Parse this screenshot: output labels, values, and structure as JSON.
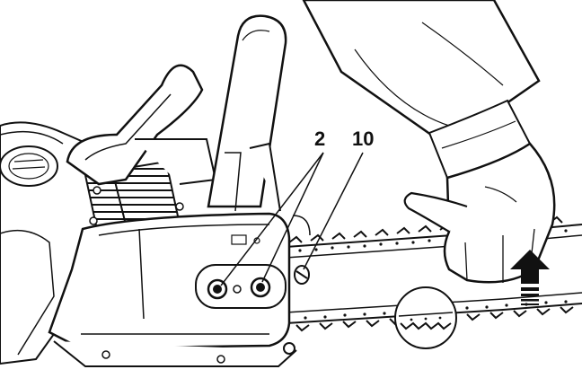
{
  "callouts": [
    {
      "id": "2",
      "label": "2"
    },
    {
      "id": "10",
      "label": "10"
    }
  ],
  "colors": {
    "ink": "#111111",
    "paper": "#ffffff",
    "shade": "#d9d9d9"
  },
  "icons": {
    "direction": "arrow-up-icon",
    "detail": "magnifier-circle-icon"
  }
}
